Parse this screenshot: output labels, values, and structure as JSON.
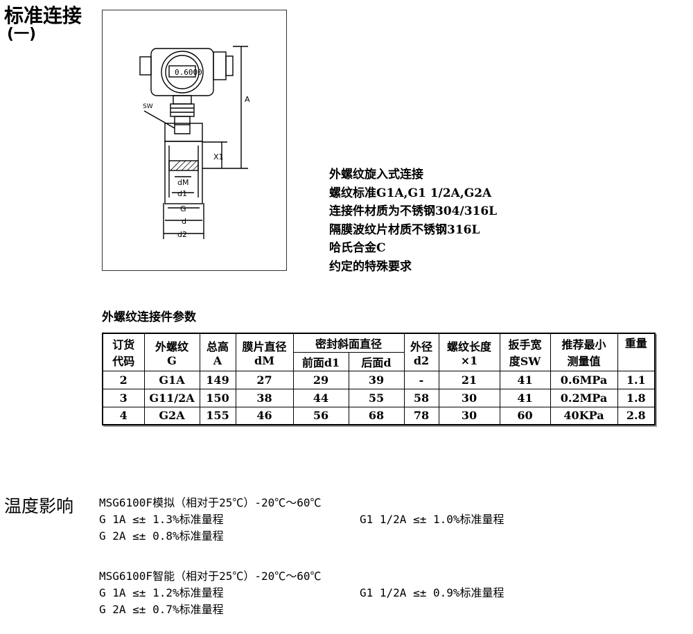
{
  "section": {
    "title": "标准连接",
    "subtitle": "(一)"
  },
  "drawing": {
    "display_value": "0.6000",
    "labels": {
      "sw": "SW",
      "a": "A",
      "x1": "X1",
      "dm": "dM",
      "d1": "d1",
      "g": "G",
      "d": "d",
      "d2": "d2"
    }
  },
  "features": [
    "外螺纹旋入式连接",
    "螺纹标准G1A,G1 1/2A,G2A",
    "连接件材质为不锈钢304/316L",
    "隔膜波纹片材质不锈钢316L",
    "哈氏合金C",
    "约定的特殊要求"
  ],
  "table": {
    "caption": "外螺纹连接件参数",
    "headers": {
      "order_code": [
        "订货",
        "代码"
      ],
      "thread": [
        "外螺纹",
        "G"
      ],
      "height": [
        "总高",
        "A"
      ],
      "diaphragm": [
        "膜片直径",
        "dM"
      ],
      "seal": "密封斜面直径",
      "seal_front": "前面d1",
      "seal_back": "后面d",
      "outer": [
        "外径",
        "d2"
      ],
      "thread_len": [
        "螺纹长度",
        "×1"
      ],
      "wrench": [
        "扳手宽",
        "度SW"
      ],
      "min_range": [
        "推荐最小",
        "测量值"
      ],
      "weight": "重量"
    },
    "rows": [
      [
        "2",
        "G1A",
        "149",
        "27",
        "29",
        "39",
        "-",
        "21",
        "41",
        "0.6MPa",
        "1.1"
      ],
      [
        "3",
        "G11/2A",
        "150",
        "38",
        "44",
        "55",
        "58",
        "30",
        "41",
        "0.2MPa",
        "1.8"
      ],
      [
        "4",
        "G2A",
        "155",
        "46",
        "56",
        "68",
        "78",
        "30",
        "60",
        "40KPa",
        "2.8"
      ]
    ]
  },
  "temperature": {
    "title": "温度影响",
    "analog": {
      "heading": "MSG6100F模拟（相对于25℃）-20℃～60℃",
      "g1a": "G 1A ≤± 1.3%标准量程",
      "g112a": "G1 1/2A ≤± 1.0%标准量程",
      "g2a": "G 2A ≤± 0.8%标准量程"
    },
    "smart": {
      "heading": "MSG6100F智能（相对于25℃）-20℃～60℃",
      "g1a": "G 1A ≤± 1.2%标准量程",
      "g112a": "G1 1/2A ≤± 0.9%标准量程",
      "g2a": "G 2A ≤± 0.7%标准量程"
    }
  }
}
